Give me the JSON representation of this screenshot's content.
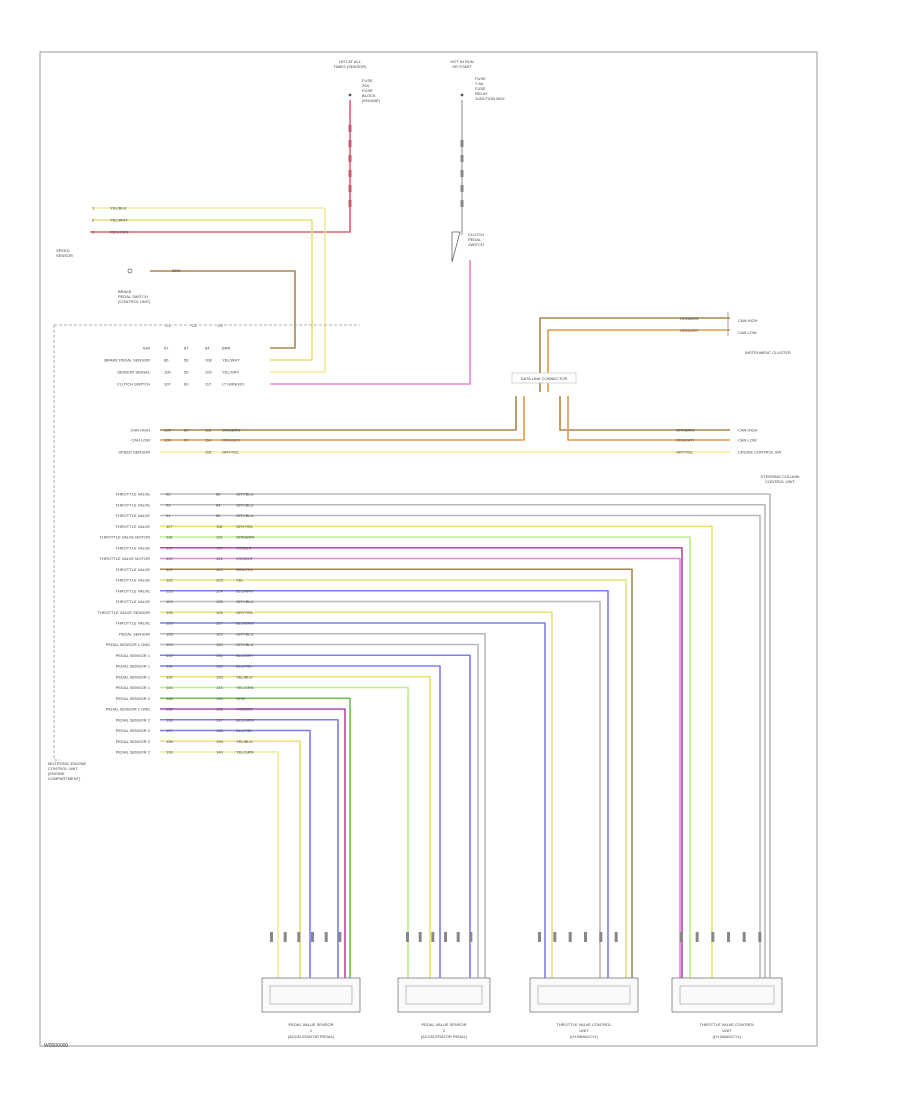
{
  "diagram": {
    "page_code": "W0000000",
    "top_connectors": [
      {
        "id": "left",
        "title_lines": [
          "HOT AT ALL",
          "TIMES (SENSOR)"
        ],
        "fuse_lines": [
          "FUSE",
          "20A",
          "FUSE",
          "BLOCK",
          "(ENGINE)"
        ]
      },
      {
        "id": "right",
        "title_lines": [
          "HOT IN RUN",
          "OR START"
        ],
        "fuse_lines": [
          "FUSE",
          "7.5A",
          "FUSE",
          "RELAY",
          "JUNCTION BOX"
        ]
      }
    ],
    "speed_sensor": {
      "label_lines": [
        "SPEED",
        "SENSOR"
      ],
      "pins": [
        "1",
        "2",
        "3"
      ],
      "wires": [
        "YEL/BLK",
        "YEL/WHT",
        "RED/GRN"
      ]
    },
    "brake_switch": {
      "label_lines": [
        "BRAKE",
        "PEDAL SWITCH",
        "(CONTROL UNIT)"
      ],
      "wire": "BRN"
    },
    "clutch_switch": {
      "label_lines": [
        "CLUTCH",
        "PEDAL",
        "SWITCH"
      ]
    },
    "instrument_cluster": {
      "label": "INSTRUMENT CLUSTER",
      "wires": [
        "ORN/BRN",
        "ORN/GRY"
      ],
      "pin_labels": [
        "CAN HIGH",
        "CAN LOW"
      ]
    },
    "data_link": {
      "label": "DATA LINK CONNECTOR"
    },
    "steering_column": {
      "label_lines": [
        "STEERING COLUMN",
        "CONTROL UNIT"
      ],
      "wires": [
        "ORN/BRN",
        "ORN/GRY",
        "GRY/YEL"
      ],
      "pin_labels": [
        "CAN HIGH",
        "CAN LOW",
        "CRUISE CONTROL SW"
      ]
    },
    "ecm_label_lines": [
      "MOTRONIC ENGINE",
      "CONTROL UNIT",
      "(ENGINE",
      "COMPARTMENT)"
    ],
    "pin_headers": [
      "C1",
      "C2",
      "C3"
    ],
    "upper_signals": [
      {
        "name": "IGN",
        "c1": "67",
        "c2": "87",
        "c3": "64",
        "wire": "BRN"
      },
      {
        "name": "BRAKE PEDAL SENSOR",
        "c1": "86",
        "c2": "56",
        "c3": "108",
        "wire": "YEL/WHT"
      },
      {
        "name": "SENSOR SIGNAL",
        "c1": "100",
        "c2": "59",
        "c3": "109",
        "wire": "YEL/GRY"
      },
      {
        "name": "CLUTCH SWITCH",
        "c1": "107",
        "c2": "60",
        "c3": "117",
        "wire": "LT GRN/VIO"
      }
    ],
    "can_signals": [
      {
        "name": "CAN HIGH",
        "c1": "100",
        "c2": "89",
        "c3": "113",
        "wire": "ORN/BRN"
      },
      {
        "name": "CAN LOW",
        "c1": "106",
        "c2": "97",
        "c3": "114",
        "wire": "ORN/GRY"
      },
      {
        "name": "SPEED SENSOR",
        "c1": "",
        "c2": "",
        "c3": "115",
        "wire": "GRY/YEL"
      }
    ],
    "lower_signals": [
      {
        "name": "THROTTLE VALVE",
        "c1": "92",
        "c2": "86",
        "wire": "GRY/BLU"
      },
      {
        "name": "THROTTLE VALVE",
        "c1": "93",
        "c2": "84",
        "wire": "GRY/BLU"
      },
      {
        "name": "THROTTLE VALVE",
        "c1": "94",
        "c2": "85",
        "wire": "GRY/BLU"
      },
      {
        "name": "THROTTLE VALVE",
        "c1": "117",
        "c2": "118",
        "wire": "GRY/YEL"
      },
      {
        "name": "THROTTLE VALVE MOTOR",
        "c1": "118",
        "c2": "119",
        "wire": "GRN/BRN"
      },
      {
        "name": "THROTTLE VALVE",
        "c1": "119",
        "c2": "120",
        "wire": "VIO/BLK"
      },
      {
        "name": "THROTTLE VALVE MOTOR",
        "c1": "120",
        "c2": "121",
        "wire": "VIO/WHT"
      },
      {
        "name": "THROTTLE VALVE",
        "c1": "121",
        "c2": "122",
        "wire": "BRN/YEL"
      },
      {
        "name": "THROTTLE VALVE",
        "c1": "122",
        "c2": "123",
        "wire": "YEL"
      },
      {
        "name": "THROTTLE VALVE",
        "c1": "123",
        "c2": "124",
        "wire": "BLU/WHT"
      },
      {
        "name": "THROTTLE VALVE",
        "c1": "124",
        "c2": "125",
        "wire": "GRY/BLU"
      },
      {
        "name": "THROTTLE VALVE SENSOR",
        "c1": "125",
        "c2": "126",
        "wire": "GRY/YEL"
      },
      {
        "name": "THROTTLE VALVE",
        "c1": "126",
        "c2": "127",
        "wire": "BLU/GRN"
      },
      {
        "name": "PEDAL SENSOR",
        "c1": "128",
        "c2": "129",
        "wire": "GRY/BLU"
      },
      {
        "name": "PEDAL SENSOR 1 GND",
        "c1": "129",
        "c2": "130",
        "wire": "GRY/BLU"
      },
      {
        "name": "PEDAL SENSOR 1",
        "c1": "130",
        "c2": "131",
        "wire": "BLU/GRY"
      },
      {
        "name": "PEDAL SENSOR 1",
        "c1": "131",
        "c2": "132",
        "wire": "BLU/YEL"
      },
      {
        "name": "PEDAL SENSOR 1",
        "c1": "132",
        "c2": "133",
        "wire": "YEL/BLU"
      },
      {
        "name": "PEDAL SENSOR 1",
        "c1": "133",
        "c2": "134",
        "wire": "YEL/GRN"
      },
      {
        "name": "PEDAL SENSOR 2",
        "c1": "134",
        "c2": "135",
        "wire": "GRN"
      },
      {
        "name": "PEDAL SENSOR 2 GND",
        "c1": "135",
        "c2": "136",
        "wire": "VIO/BRN"
      },
      {
        "name": "PEDAL SENSOR 2",
        "c1": "136",
        "c2": "137",
        "wire": "BLU/GRN"
      },
      {
        "name": "PEDAL SENSOR 2",
        "c1": "137",
        "c2": "138",
        "wire": "BLU/YEL"
      },
      {
        "name": "PEDAL SENSOR 2",
        "c1": "138",
        "c2": "139",
        "wire": "YEL/BLU"
      },
      {
        "name": "PEDAL SENSOR 2",
        "c1": "139",
        "c2": "140",
        "wire": "YEL/GRN"
      }
    ],
    "bottom_components": [
      {
        "label_lines": [
          "PEDAL VALUE SENSOR",
          "1",
          "(ACCELERATOR PEDAL)"
        ]
      },
      {
        "label_lines": [
          "PEDAL VALUE SENSOR",
          "2",
          "(ACCELERATOR PEDAL)"
        ]
      },
      {
        "label_lines": [
          "THROTTLE VALVE CONTROL",
          "UNIT",
          "(LH BANK/CYL)"
        ]
      },
      {
        "label_lines": [
          "THROTTLE VALVE CONTROL",
          "UNIT",
          "(LH BANK/CYL)"
        ]
      }
    ],
    "wire_colors": {
      "yellow": "#e8e070",
      "lightgreen": "#b6f28a",
      "green": "#6fbf55",
      "blue": "#7f7cf0",
      "violet": "#b04ab0",
      "pink": "#e884d8",
      "brown": "#a8854a",
      "orange": "#e09a48",
      "gray": "#b9b9b9",
      "red": "#e06070",
      "lightyellow": "#f0ea9a"
    }
  }
}
